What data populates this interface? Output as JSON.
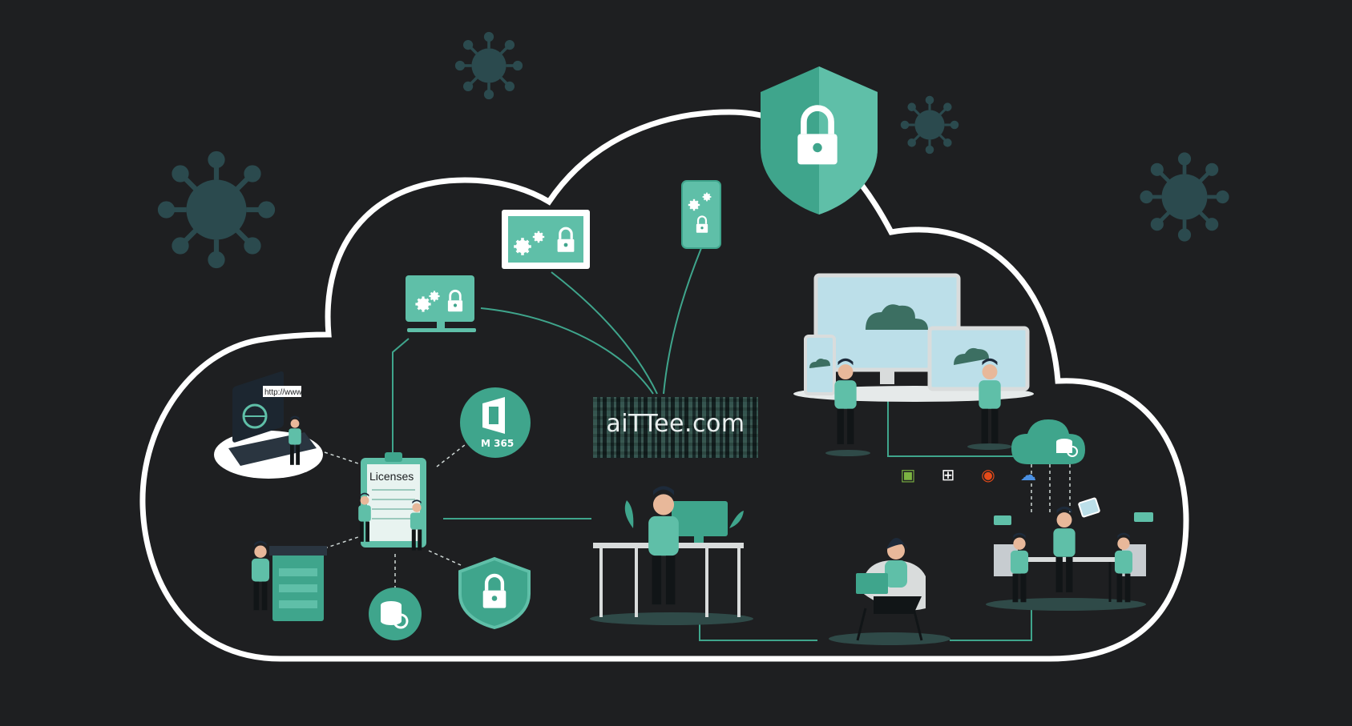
{
  "labels": {
    "url_label": "http://www.",
    "licenses_label": "Licenses",
    "m365_label": "M 365",
    "logo_text": "aiTTee.com"
  },
  "platform_icons": [
    {
      "name": "apple-icon",
      "glyph": "",
      "color": "#ffffff"
    },
    {
      "name": "android-icon",
      "glyph": "▣",
      "color": "#7cb342"
    },
    {
      "name": "windows-icon",
      "glyph": "⊞",
      "color": "#ffffff"
    },
    {
      "name": "office-icon",
      "glyph": "◉",
      "color": "#e64a19"
    },
    {
      "name": "onedrive-icon",
      "glyph": "☁",
      "color": "#4a90e2"
    }
  ],
  "colors": {
    "background": "#1e1f21",
    "cloud_outline": "#ffffff",
    "accent_teal": "#3fa58c",
    "accent_light": "#5fbfa8",
    "virus": "#2b4a4e"
  }
}
